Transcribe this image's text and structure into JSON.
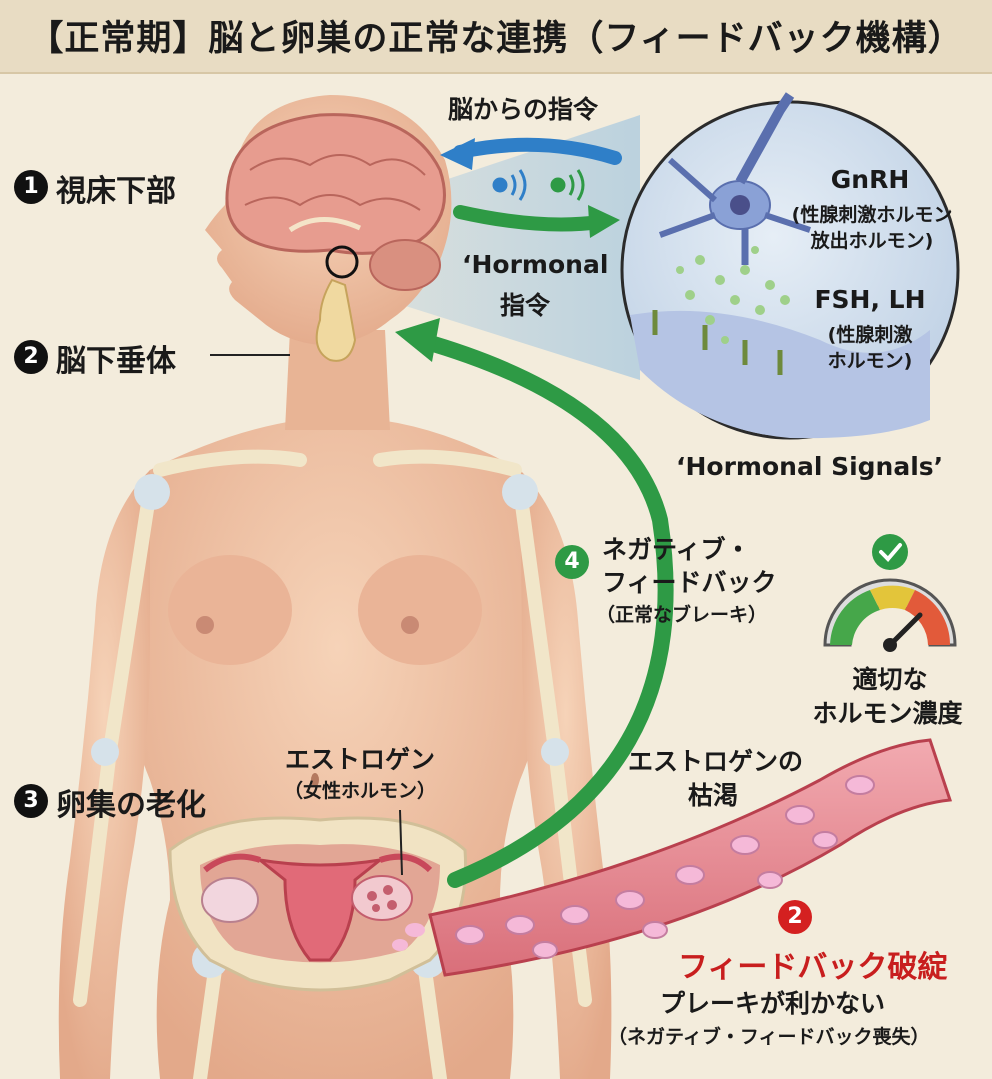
{
  "title": "【正常期】脳と卵巣の正常な連携（フィードバック機構）",
  "labels": {
    "hypothalamus": "視床下部",
    "pituitary": "脳下垂体",
    "ovary_aging": "卵集の老化",
    "brain_command": "脳からの指令",
    "hormonal_command_1": "‘Hormonal",
    "hormonal_command_2": "指令",
    "gnrh": "GnRH",
    "gnrh_desc_1": "(性腺刺激ホルモン",
    "gnrh_desc_2": "放出ホルモン)",
    "fsh_lh": "FSH, LH",
    "fsh_desc_1": "(性腺刺激",
    "fsh_desc_2": "ホルモン)",
    "hormonal_signals": "‘Hormonal Signals’",
    "neg_feedback_1": "ネガティブ・",
    "neg_feedback_2": "フィードバック",
    "neg_feedback_3": "（正常なブレーキ）",
    "proper_level_1": "適切な",
    "proper_level_2": "ホルモン濃度",
    "estrogen_1": "エストロゲン",
    "estrogen_2": "（女性ホルモン）",
    "estrogen_depletion_1": "エストロゲンの",
    "estrogen_depletion_2": "枯渇",
    "feedback_failure": "フィードバック破綻",
    "brake_fail": "プレーキが利かない",
    "brake_fail_sub": "（ネガティブ・フィードバック喪失）"
  },
  "markers": {
    "m1": "1",
    "m2": "2",
    "m3": "3",
    "m4": "4",
    "m_red": "2"
  },
  "colors": {
    "green": "#2e9a45",
    "blue": "#2f7fc8",
    "red": "#c81e1e",
    "skin": "#f0c3a4",
    "vessel": "#e98a92"
  },
  "icons": {
    "check": "check-icon",
    "gauge": "gauge-icon"
  }
}
